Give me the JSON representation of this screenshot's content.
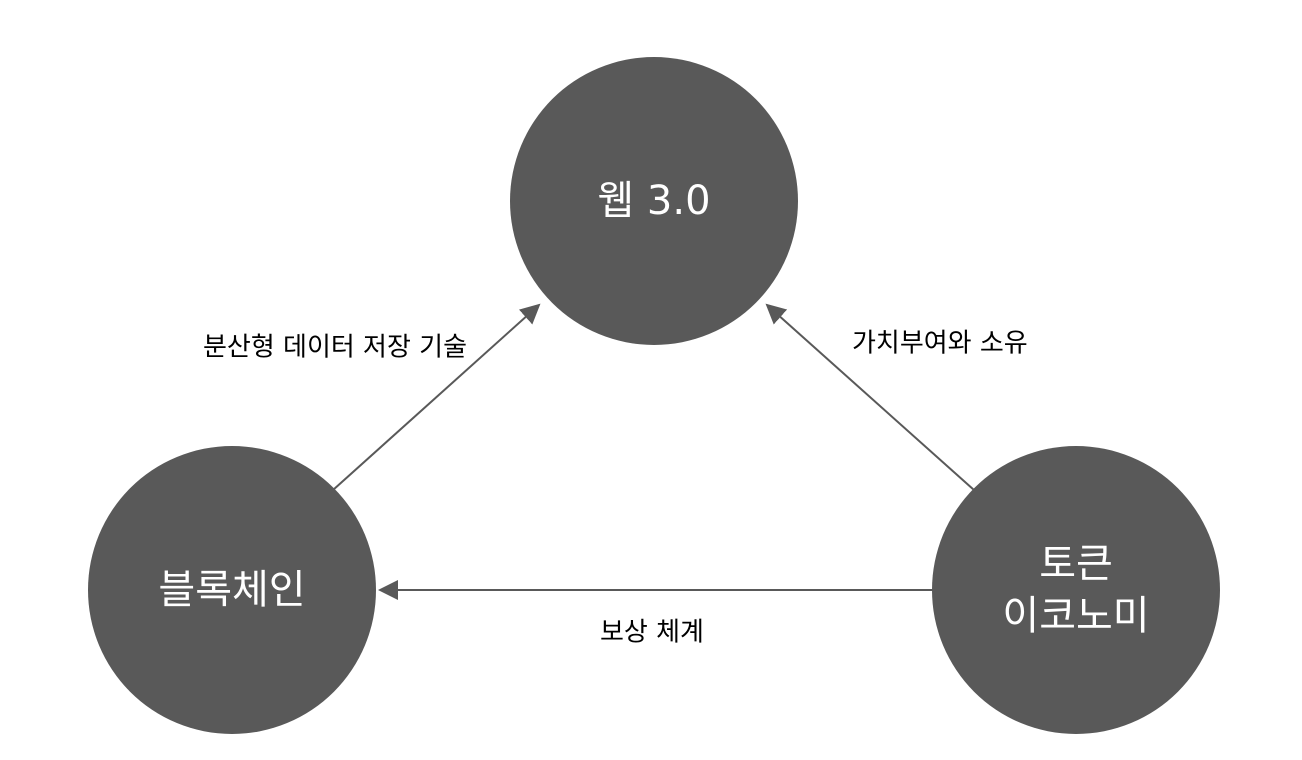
{
  "nodes": {
    "web3": {
      "label": "웹 3.0"
    },
    "blockchain": {
      "label": "블록체인"
    },
    "token_economy": {
      "label_line1": "토큰",
      "label_line2": "이코노미"
    }
  },
  "edges": {
    "blockchain_to_web3": {
      "label": "분산형 데이터 저장 기술"
    },
    "token_to_web3": {
      "label": "가치부여와 소유"
    },
    "token_to_blockchain": {
      "label": "보상 체계"
    }
  },
  "colors": {
    "node_fill": "#595959",
    "node_text": "#ffffff",
    "edge": "#595959",
    "edge_text": "#000000",
    "background": "#ffffff"
  }
}
